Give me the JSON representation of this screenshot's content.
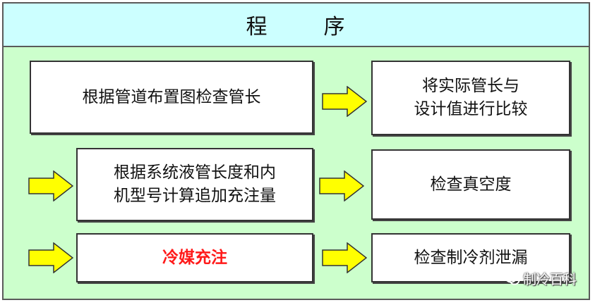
{
  "header": {
    "title_left": "程",
    "title_right": "序"
  },
  "left_boxes": [
    {
      "id": "check-pipe-length",
      "lines": [
        "根据管道布置图检查管长"
      ]
    },
    {
      "id": "calculate-charge",
      "lines": [
        "根据系统液管长度和内",
        "机型号计算追加充注量"
      ]
    },
    {
      "id": "refrigerant-charging",
      "lines": [
        "冷媒充注"
      ]
    }
  ],
  "right_boxes": [
    {
      "id": "compare-length",
      "lines": [
        "将实际管长与",
        "设计值进行比较"
      ]
    },
    {
      "id": "check-vacuum",
      "lines": [
        "检查真空度"
      ]
    },
    {
      "id": "check-leak",
      "lines": [
        "检查制冷剂泄漏"
      ]
    }
  ],
  "colors": {
    "background": "#ccffcc",
    "header": "#ccffff",
    "arrow_fill": "#ffff00",
    "highlight_text": "#ff1a1a"
  },
  "watermark": {
    "icon": "wechat-icon",
    "text": "制冷百科"
  }
}
